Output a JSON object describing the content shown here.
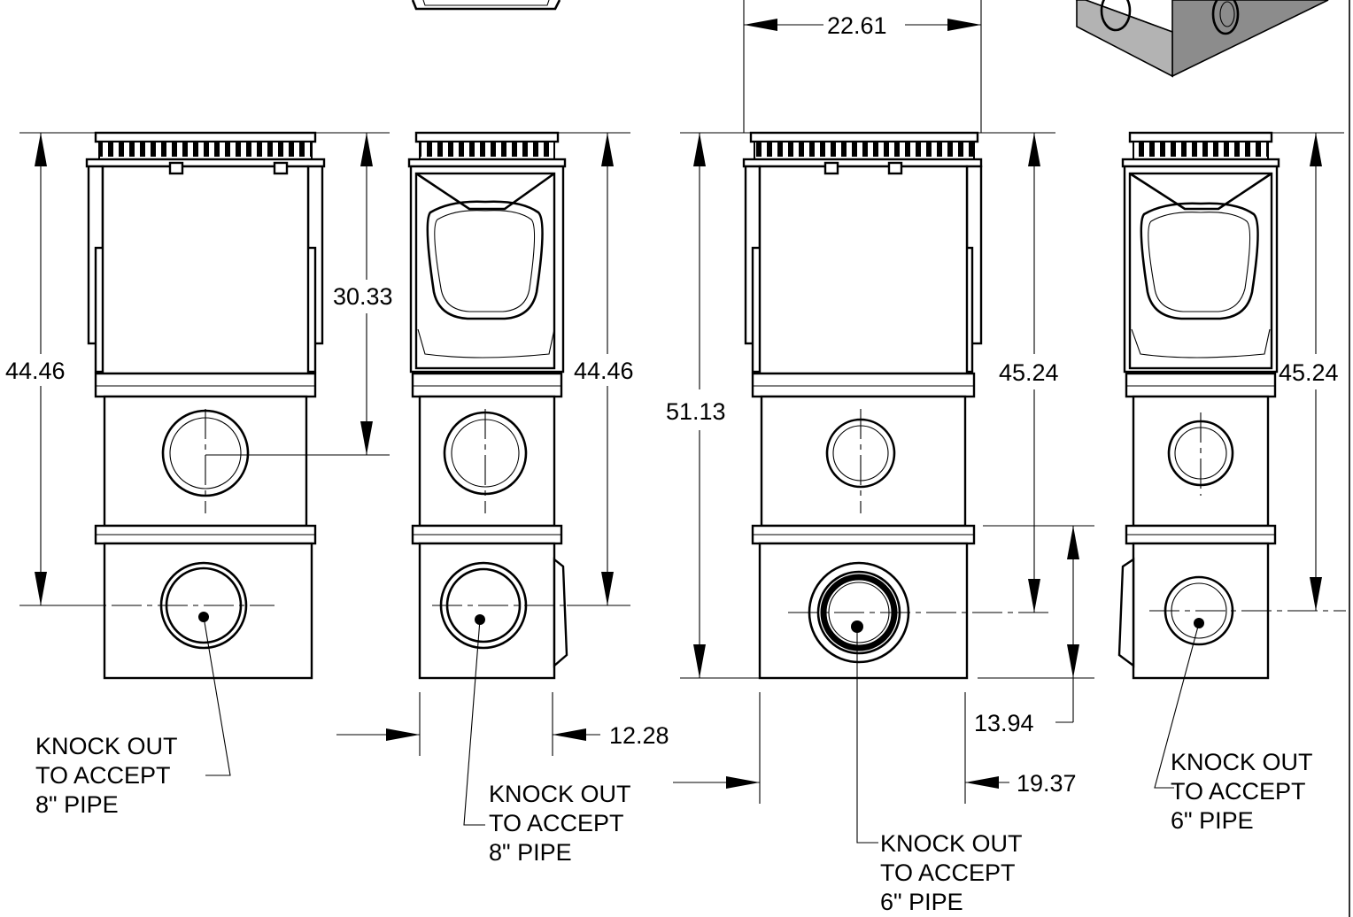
{
  "dimensions": {
    "top_width": "22.61",
    "view1_inner_height": "30.33",
    "view1_height": "44.46",
    "view2_height": "44.46",
    "view2_width": "12.28",
    "view3_height_total": "51.13",
    "view3_height": "45.24",
    "view3_lower_height": "13.94",
    "view3_depth": "19.37",
    "view4_height": "45.24"
  },
  "notes": {
    "note1": [
      "KNOCK OUT",
      "TO ACCEPT",
      "8\" PIPE"
    ],
    "note2": [
      "KNOCK OUT",
      "TO ACCEPT",
      "8\" PIPE"
    ],
    "note3": [
      "KNOCK OUT",
      "TO ACCEPT",
      "6\" PIPE"
    ],
    "note4": [
      "KNOCK OUT",
      "TO ACCEPT",
      "6\" PIPE"
    ]
  }
}
